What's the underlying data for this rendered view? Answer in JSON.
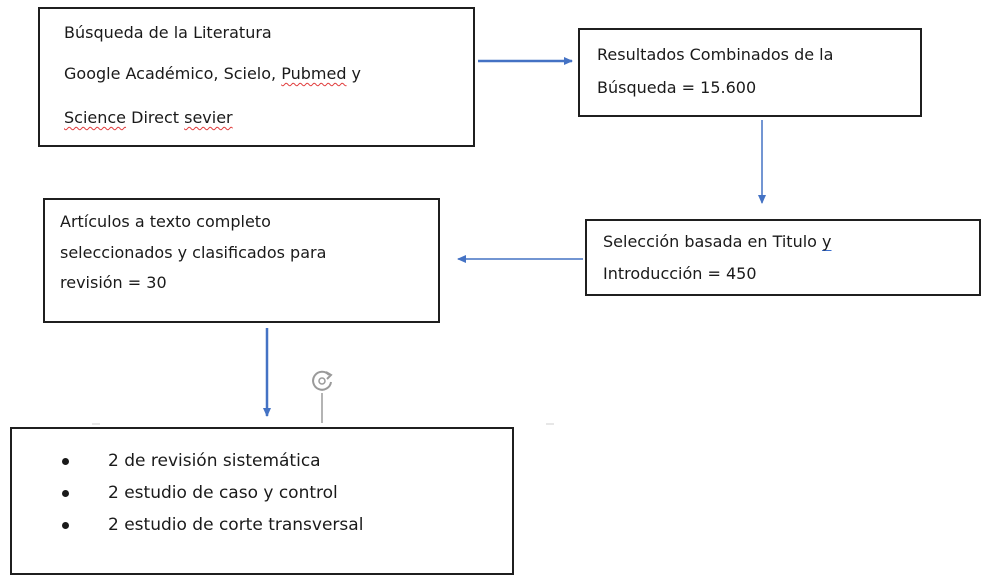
{
  "diagram": {
    "search": {
      "line1": "Búsqueda de la Literatura",
      "line2_a": "Google Académico, Scielo, ",
      "line2_b": "Pubmed",
      "line2_c": " y",
      "line3_a": "Science",
      "line3_b": " Direct ",
      "line3_c": "sevier"
    },
    "combined": {
      "line1": "Resultados Combinados de la",
      "line2": "Búsqueda = 15.600"
    },
    "selection": {
      "line1_a": "Selección basada en Titulo ",
      "line1_b": "y",
      "line2": "Introducción = 450"
    },
    "fulltext": {
      "line1": "Artículos a texto completo",
      "line2": "seleccionados y clasificados para",
      "line3": "revisión = 30"
    },
    "results": [
      "2 de revisión sistemática",
      "2 estudio de caso y control",
      "2 estudio de corte transversal"
    ],
    "arrow_color": "#4472c4"
  }
}
